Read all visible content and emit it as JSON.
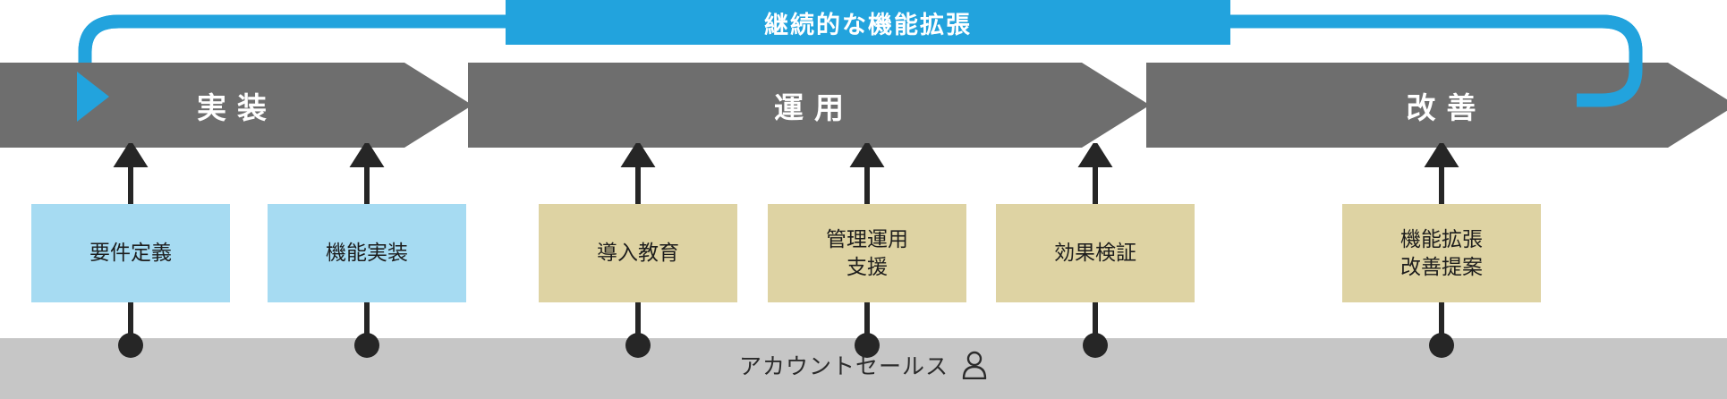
{
  "banner": {
    "label": "継続的な機能拡張",
    "color": "#22a3dd"
  },
  "phases": [
    {
      "id": "phase-implementation",
      "label": "実装"
    },
    {
      "id": "phase-operation",
      "label": "運用"
    },
    {
      "id": "phase-improvement",
      "label": "改善"
    }
  ],
  "tasks": [
    {
      "id": "task-requirements",
      "label": "要件定義",
      "line2": "",
      "color": "#a6dbf2",
      "tone": "blue"
    },
    {
      "id": "task-feature-impl",
      "label": "機能実装",
      "line2": "",
      "color": "#a6dbf2",
      "tone": "blue"
    },
    {
      "id": "task-onboarding",
      "label": "導入教育",
      "line2": "",
      "color": "#ded3a3",
      "tone": "tan"
    },
    {
      "id": "task-mgmt-support",
      "label": "管理運用",
      "line2": "支援",
      "color": "#ded3a3",
      "tone": "tan"
    },
    {
      "id": "task-validation",
      "label": "効果検証",
      "line2": "",
      "color": "#ded3a3",
      "tone": "tan"
    },
    {
      "id": "task-enhancement",
      "label": "機能拡張",
      "line2": "改善提案",
      "color": "#ded3a3",
      "tone": "tan"
    }
  ],
  "footer": {
    "label": "アカウントセールス",
    "icon": "person-icon",
    "band_color": "#c6c6c6"
  },
  "palette": {
    "chevron_gray": "#6e6e6e",
    "accent_blue": "#22a3dd",
    "box_blue": "#a6dbf2",
    "box_tan": "#ded3a3",
    "connector_dark": "#262626"
  }
}
